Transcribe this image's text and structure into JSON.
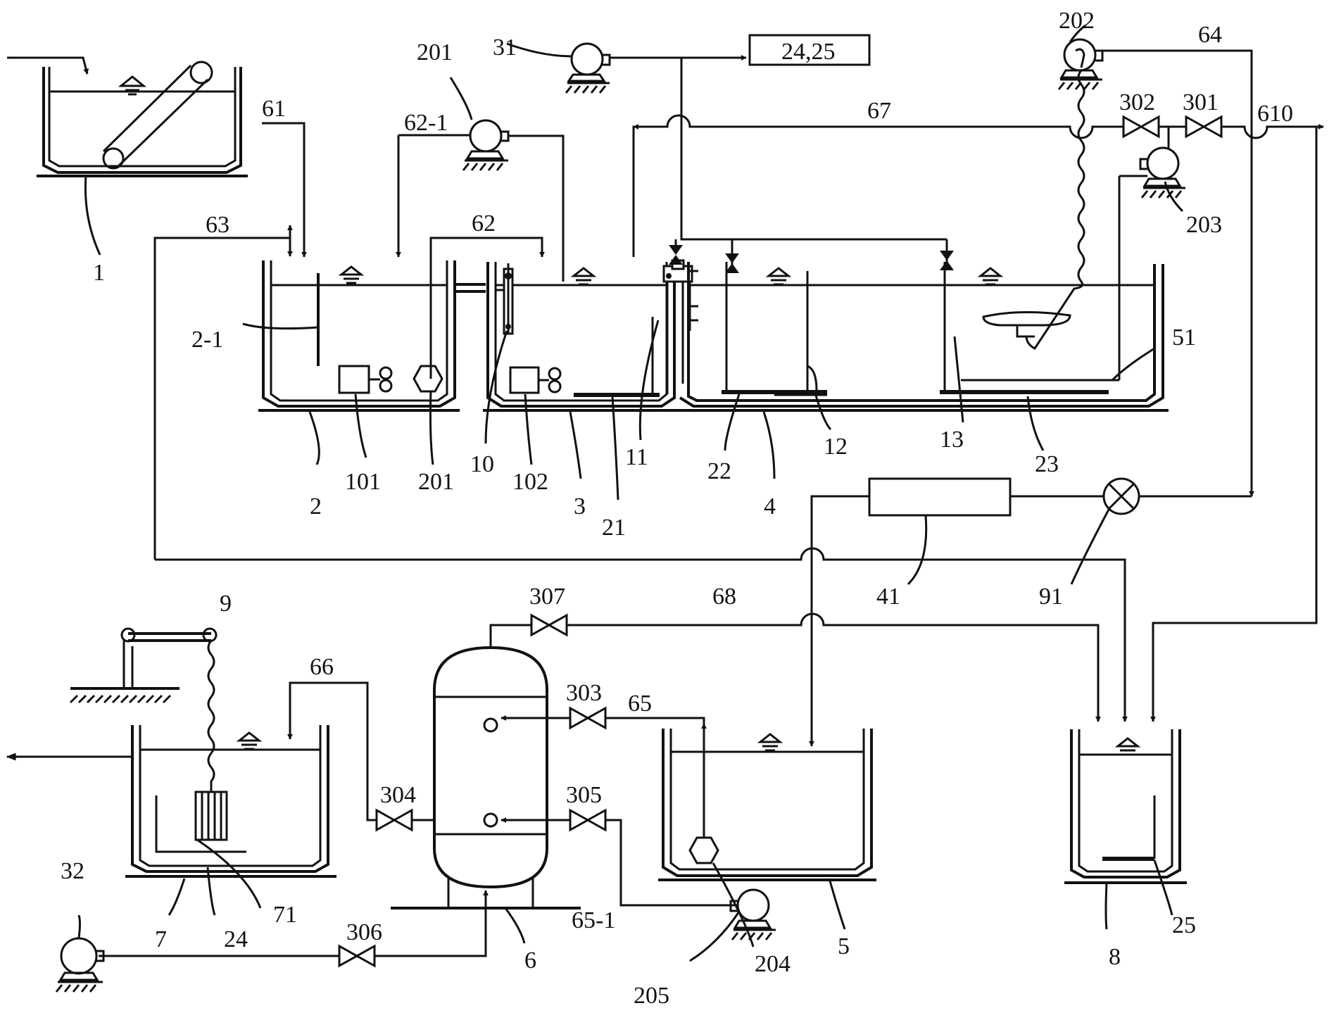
{
  "labels": {
    "n1": "1",
    "n2": "2",
    "n2_1": "2-1",
    "n3": "3",
    "n4": "4",
    "n5": "5",
    "n6": "6",
    "n7": "7",
    "n8": "8",
    "n9": "9",
    "n10": "10",
    "n11": "11",
    "n12": "12",
    "n13": "13",
    "n21": "21",
    "n22": "22",
    "n23": "23",
    "n24": "24",
    "n25": "25",
    "n31": "31",
    "n32": "32",
    "n41": "41",
    "n51": "51",
    "n61": "61",
    "n62": "62",
    "n62_1": "62-1",
    "n63": "63",
    "n64": "64",
    "n65": "65",
    "n65_1": "65-1",
    "n66": "66",
    "n67": "67",
    "n68": "68",
    "n71": "71",
    "n91": "91",
    "n101": "101",
    "n102": "102",
    "n201a": "201",
    "n201b": "201",
    "n202": "202",
    "n203": "203",
    "n204": "204",
    "n205": "205",
    "n301": "301",
    "n302": "302",
    "n303": "303",
    "n304": "304",
    "n305": "305",
    "n306": "306",
    "n307": "307",
    "n610": "610",
    "box_24_25": "24,25"
  }
}
